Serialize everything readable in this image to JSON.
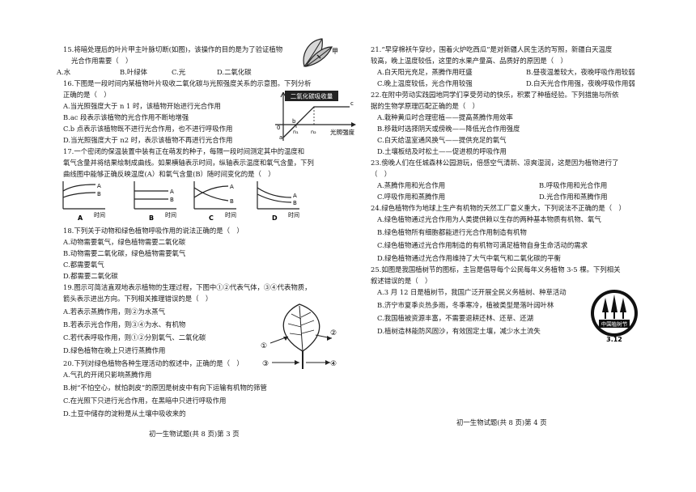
{
  "left_column": {
    "q15": {
      "line1": "15.将暗处理后的叶片甲主叶脉切断(如图)，该操作的目的是为了验证植物",
      "line2": "光合作用需要（　）",
      "options": [
        "A.水",
        "B.叶绿体",
        "C.光",
        "D.二氧化碳"
      ],
      "figure_label": "甲"
    },
    "q16": {
      "line1": "16.下图是一段时间内某植物叶片吸收二氧化碳与光照强度关系的示意图。下列分析",
      "line2": "正确的是（　）",
      "options": [
        "A.当光照强度大于 n 1 时，该植物开始进行光合作用",
        "B.ac 段表示该植物的光合作用不断地增强",
        "C.b 点表示该植物既不进行光合作用，也不进行呼吸作用",
        "D.当光照强度大于 n2 时，表示该植物不再进行光合作用"
      ],
      "graph": {
        "title": "二氧化碳吸收量",
        "xlabel": "光照强度",
        "points": [
          "a",
          "b",
          "c"
        ],
        "origin": "0",
        "ticks": [
          "n₁",
          "n₂"
        ]
      }
    },
    "q17": {
      "line1": "17.一个密闭的保温装置中装有正在萌发的种子，每隔一段时间测定其中的温度和",
      "line2": "氧气含量并将结果绘制成曲线。如果横轴表示时间，纵轴表示温度和氧气含量，下列",
      "line3": "曲线图中能够正确反映温度(A）和氧气含量(B）随时间变化的是（　）",
      "graphs": [
        {
          "letter": "A",
          "xlabel": "时间",
          "top": "A",
          "bottom": "B"
        },
        {
          "letter": "B",
          "xlabel": "时间",
          "top": "A",
          "bottom": "B"
        },
        {
          "letter": "C",
          "xlabel": "时间",
          "top": "A",
          "bottom": "B"
        },
        {
          "letter": "D",
          "xlabel": "时间",
          "top": "A",
          "bottom": "B"
        }
      ]
    },
    "q18": {
      "line1": "18.下列关于动物和绿色植物呼吸作用的说法正确的是（　）",
      "options": [
        "A.动物需要氧气，绿色植物需要二氧化碳",
        "B.动物需要二氧化碳，绿色植物需要氧气",
        "C.都需要氧气",
        "D.都需要二氧化碳"
      ]
    },
    "q19": {
      "line1": "19.图示可简洁直观地表示植物的生理过程，下图中①②代表气体，③④代表物质，",
      "line2": "箭头表示进出方向。下列相关推理错误的是（　）",
      "options": [
        "A.若表示蒸腾作用，则②为水蒸气",
        "B.若表示光合作用，则③④为水、有机物",
        "C.若代表呼吸作用，则①②分别氧气、二氧化碳",
        "D.绿色植物在晚上只进行蒸腾作用"
      ],
      "labels": [
        "①",
        "②",
        "③",
        "④"
      ]
    },
    "q20": {
      "line1": "20.下列对绿色植物各种生理活动的叙述中，正确的是（　）",
      "options": [
        "A.气孔的开闭只影响蒸腾作用",
        "B.树“不怕空心，就怕剥皮”的原因是树皮中有向下运输有机物的筛管",
        "C.在光照下只进行光合作用，在黑暗中只进行呼吸作用",
        "D.土豆中储存的淀粉是从土壤中吸收来的"
      ]
    },
    "footer": "初一生物试题(共 8 页)第 3 页"
  },
  "right_column": {
    "q21": {
      "line1": "21.“早穿棉袄午穿纱，围着火炉吃西瓜”是对新疆人民生活的写照，新疆白天温度",
      "line2": "较高，晚上温度较低，这里的水果产量高、品质好的原因是（　）",
      "options": [
        "A.白天阳光充足，蒸腾作用旺盛",
        "B.昼夜温差较大，夜晚呼吸作用较弱",
        "C.晚上温度较低，光合作用较强",
        "D.白天光合作用强，夜晚呼吸作用弱"
      ]
    },
    "q22": {
      "line1": "22.在附中劳动实践园地同学们享受劳动的快乐，积累了种植经验。下列措施与所依",
      "line2": "据的生物学原理匹配正确的是（　）",
      "options": [
        "A.栽种黄瓜时合理密植——提高蒸腾作用效率",
        "B.移栽时选择阴天或傍晚——降低光合作用强度",
        "C.白天给温室通风换气——提供充足的氧气",
        "D.土壤板结及时松土——促进根的呼吸作用"
      ]
    },
    "q23": {
      "line1": "23.傍晚人们在任城森林公园游玩，倍感空气清新、凉爽湿润，这是因为植物进行了",
      "line2": "（　）",
      "options": [
        "A.蒸腾作用和光合作用",
        "B.呼吸作用和光合作用",
        "C.呼吸作用和蒸腾作用",
        "D.光合作用和蒸腾作用"
      ]
    },
    "q24": {
      "line1": "24.绿色植物作为地球上生产有机物的天然工厂意义重大，下列说法不正确的是（　）",
      "options": [
        "A.绿色植物通过光合作用为人类提供赖以生存的两种基本物质有机物、氧气",
        "B.绿色植物所有细胞都能进行光合作用制造有机物",
        "C.绿色植物通过光合作用制造的有机物可满足植物自身生命活动的需求",
        "D.绿色植物通过光合作用维持了大气中氧气和二氧化碳的平衡"
      ]
    },
    "q25": {
      "line1": "25.如图是我国植树节的图标，主旨是倡导每个公民每年义务植物 3-5 棵。下列相关",
      "line2": "叙述错误的是（　）",
      "options": [
        "A.3 月 12 日是植树节，我国广泛开展全民义务植树、种草活动",
        "B.济宁市夏季炎热多雨，冬季寒冷，植被类型是落叶阔叶林",
        "C.我国植被资源丰富，不需要退耕还林、还草、还湖",
        "D.植树造林能防风固沙，有效固定土壤，减少水土流失"
      ],
      "logo_text": "中国植树节",
      "logo_date": "3.12"
    },
    "footer": "初一生物试题(共 8 页)第 4 页"
  }
}
